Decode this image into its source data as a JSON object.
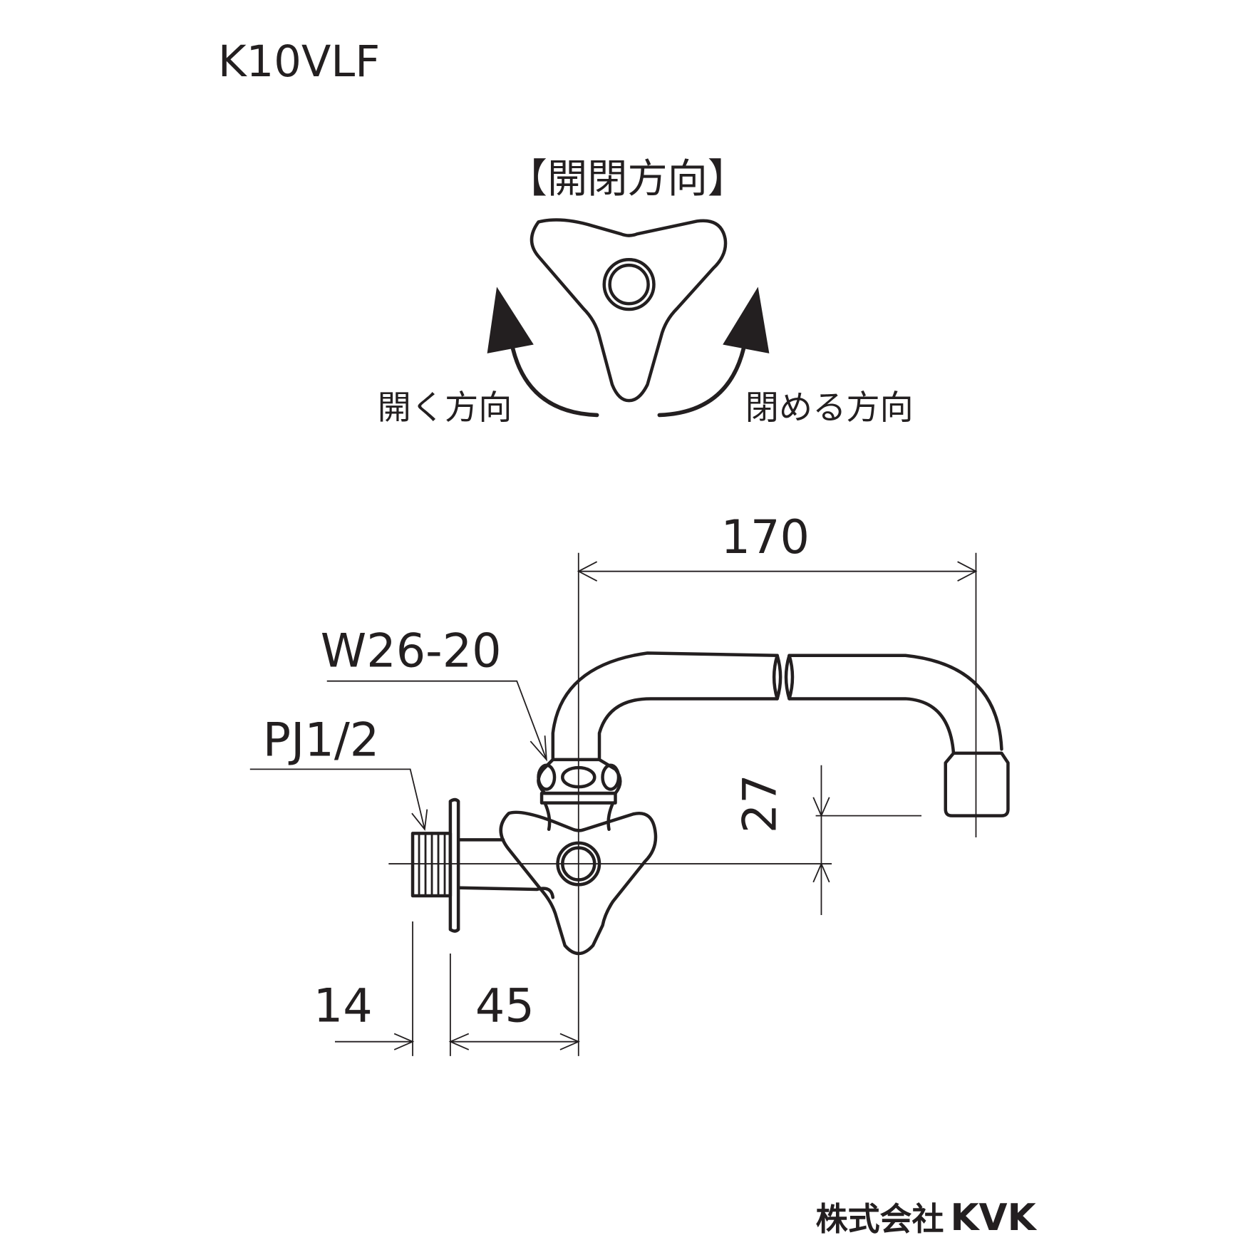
{
  "model": "K10VLF",
  "rotation_diagram": {
    "title": "【開閉方向】",
    "open_label": "開く方向",
    "close_label": "閉める方向"
  },
  "dimensions": {
    "spout_length": "170",
    "height": "27",
    "thread_length": "14",
    "wall_to_center": "45"
  },
  "callouts": {
    "nut_thread": "W26-20",
    "inlet_thread": "PJ1/2"
  },
  "company": {
    "name_ja": "株式会社",
    "brand": "KVK"
  }
}
